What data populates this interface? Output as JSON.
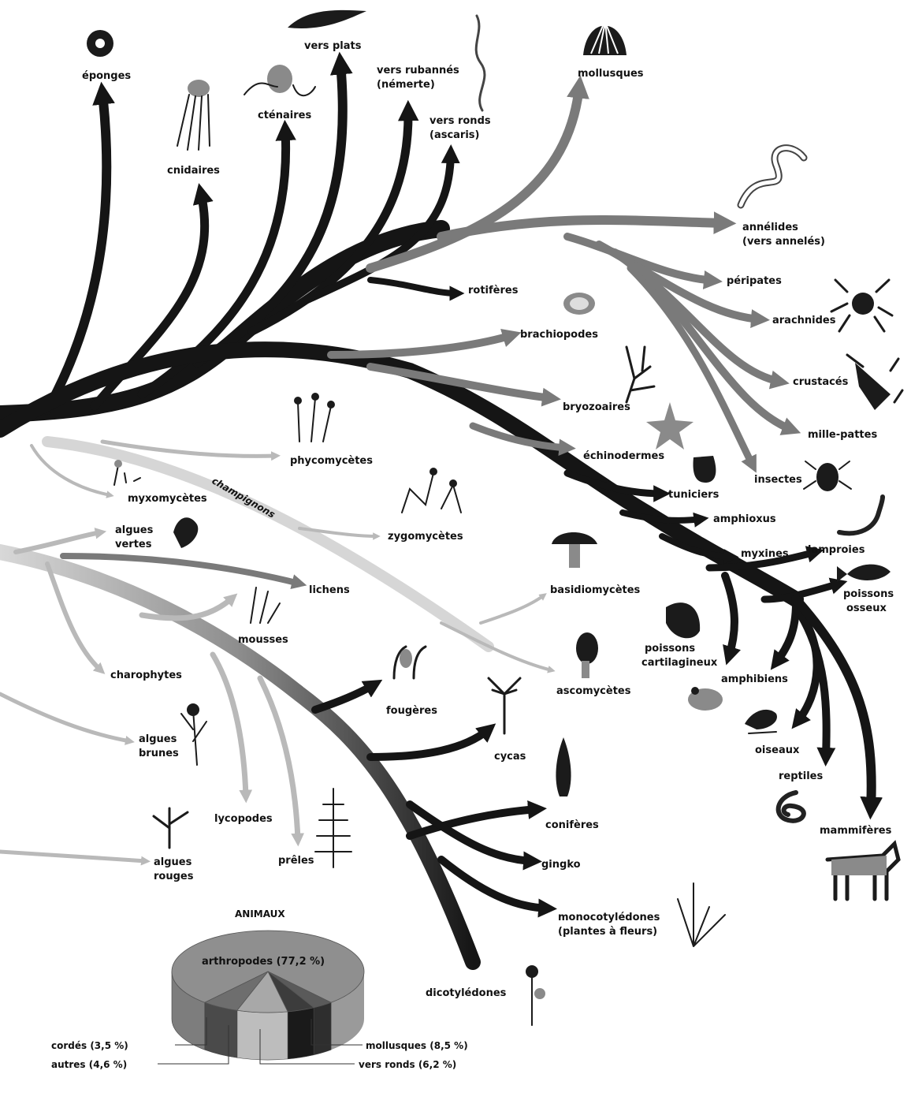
{
  "animals": {
    "eponges": "éponges",
    "cnidaires": "cnidaires",
    "ctenaires": "cténaires",
    "vers_plats": "vers plats",
    "vers_rubannes_1": "vers rubannés",
    "vers_rubannes_2": "(némerte)",
    "vers_ronds_1": "vers ronds",
    "vers_ronds_2": "(ascaris)",
    "mollusques": "mollusques",
    "annelides_1": "annélides",
    "annelides_2": "(vers annelés)",
    "rotiferes": "rotifères",
    "peripates": "péripates",
    "brachiopodes": "brachiopodes",
    "arachnides": "arachnides",
    "crustaces": "crustacés",
    "bryozoaires": "bryozoaires",
    "mille_pattes": "mille-pattes",
    "echinodermes": "échinodermes",
    "insectes": "insectes",
    "tuniciers": "tuniciers",
    "amphioxus": "amphioxus",
    "myxines": "myxines",
    "lamproies": "lamproies",
    "poissons_osseux_1": "poissons",
    "poissons_osseux_2": "osseux",
    "poissons_cart_1": "poissons",
    "poissons_cart_2": "cartilagineux",
    "amphibiens": "amphibiens",
    "oiseaux": "oiseaux",
    "reptiles": "reptiles",
    "mammiferes": "mammifères"
  },
  "fungi": {
    "phycomycetes": "phycomycètes",
    "myxomycetes": "myxomycètes",
    "champignons": "champignons",
    "zygomycetes": "zygomycètes",
    "basidiomycetes": "basidiomycètes",
    "ascomycetes": "ascomycètes"
  },
  "plants": {
    "algues_vertes_1": "algues",
    "algues_vertes_2": "vertes",
    "lichens": "lichens",
    "mousses": "mousses",
    "charophytes": "charophytes",
    "fougeres": "fougères",
    "cycas": "cycas",
    "algues_brunes_1": "algues",
    "algues_brunes_2": "brunes",
    "lycopodes": "lycopodes",
    "prelles": "prêles",
    "coniferes": "conifères",
    "gingko": "gingko",
    "algues_rouges_1": "algues",
    "algues_rouges_2": "rouges",
    "monocot_1": "monocotylédones",
    "monocot_2": "(plantes à fleurs)",
    "dicotyledones": "dicotylédones"
  },
  "pie": {
    "title": "ANIMAUX",
    "slices": [
      {
        "label": "arthropodes (77,2 %)",
        "value": 77.2
      },
      {
        "label": "cordés (3,5 %)",
        "value": 3.5
      },
      {
        "label": "autres (4,6 %)",
        "value": 4.6
      },
      {
        "label": "mollusques (8,5 %)",
        "value": 8.5
      },
      {
        "label": "vers ronds (6,2 %)",
        "value": 6.2
      }
    ]
  }
}
